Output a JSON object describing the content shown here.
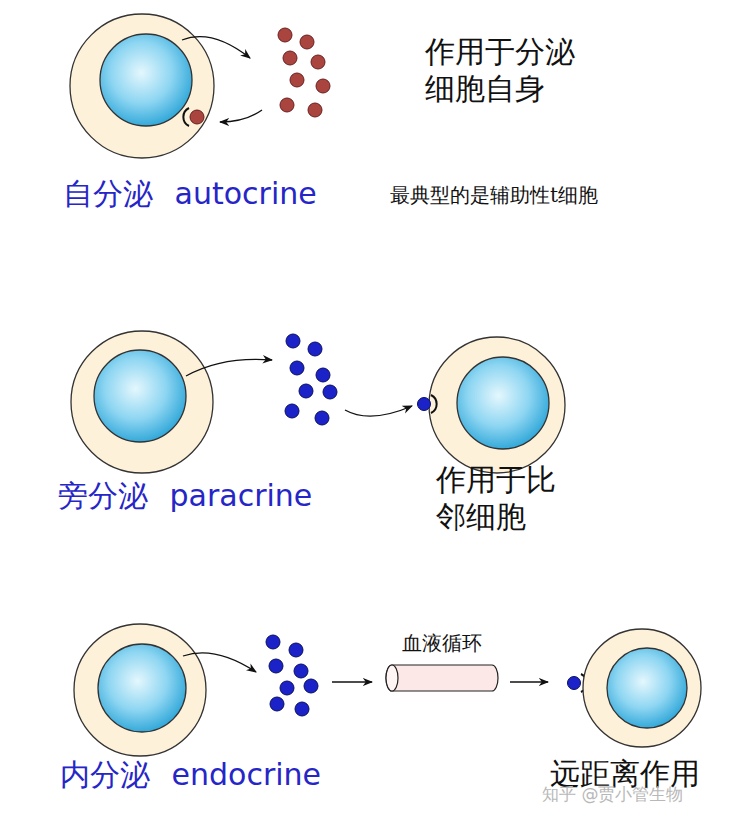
{
  "diagram": {
    "nodes": [
      {
        "text": [
          "血液循环"
        ]
      }
    ],
    "labels": [
      "作用于分泌 细胞自身",
      "自分泌 autocrine",
      "最典型的是辅助性t细胞",
      "作用于比 邻细胞",
      "旁分泌 paracrine",
      "远距离作用",
      "内分泌 endocrine",
      "知乎 @贾小管生物"
    ]
  }
}
